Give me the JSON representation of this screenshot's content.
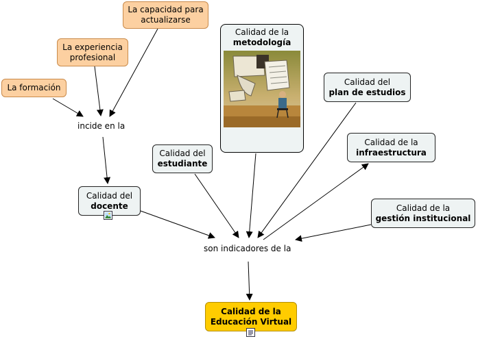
{
  "nodes": {
    "capacidad": {
      "text": "La capacidad para actualizarse"
    },
    "experiencia": {
      "text": "La experiencia profesional"
    },
    "formacion": {
      "text": "La formación"
    },
    "metodologia": {
      "line1": "Calidad de la",
      "line2": "metodología"
    },
    "plan": {
      "line1": "Calidad del",
      "line2": "plan de estudios"
    },
    "infraestructura": {
      "line1": "Calidad de la",
      "line2": "infraestructura"
    },
    "estudiante": {
      "line1": "Calidad del",
      "line2": "estudiante"
    },
    "gestion": {
      "line1": "Calidad de la",
      "line2": "gestión institucional"
    },
    "docente": {
      "line1": "Calidad del",
      "line2": "docente"
    },
    "central": {
      "line1": "Calidad de la",
      "line2": "Educación Virtual"
    }
  },
  "links": {
    "incide": "incide en la",
    "indicadores": "son indicadores de la"
  },
  "colors": {
    "orange_fill": "#fcd0a1",
    "blue_fill": "#eef3f3",
    "gold_fill": "#ffcc00"
  },
  "icons": [
    "image-icon",
    "document-icon"
  ]
}
